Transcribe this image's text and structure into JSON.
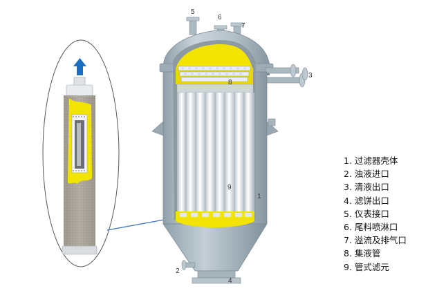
{
  "callouts": [
    "1",
    "2",
    "3",
    "4",
    "5",
    "6",
    "7",
    "8",
    "9"
  ],
  "legend": [
    "1. 过滤器壳体",
    "2. 浊液进口",
    "3. 清液出口",
    "4. 滤饼出口",
    "5. 仪表接口",
    "6. 尾料喷淋口",
    "7. 溢流及排气口",
    "8. 集液管",
    "9. 管式滤元"
  ],
  "colors": {
    "shell": "#aebdc6",
    "filter_element": "#e8ecee",
    "tube_sheet": "#f2e400",
    "flow_arrow": "#1c6fc0",
    "leader_line": "#3b6fc5"
  },
  "icons": [
    "up-arrow-icon"
  ]
}
